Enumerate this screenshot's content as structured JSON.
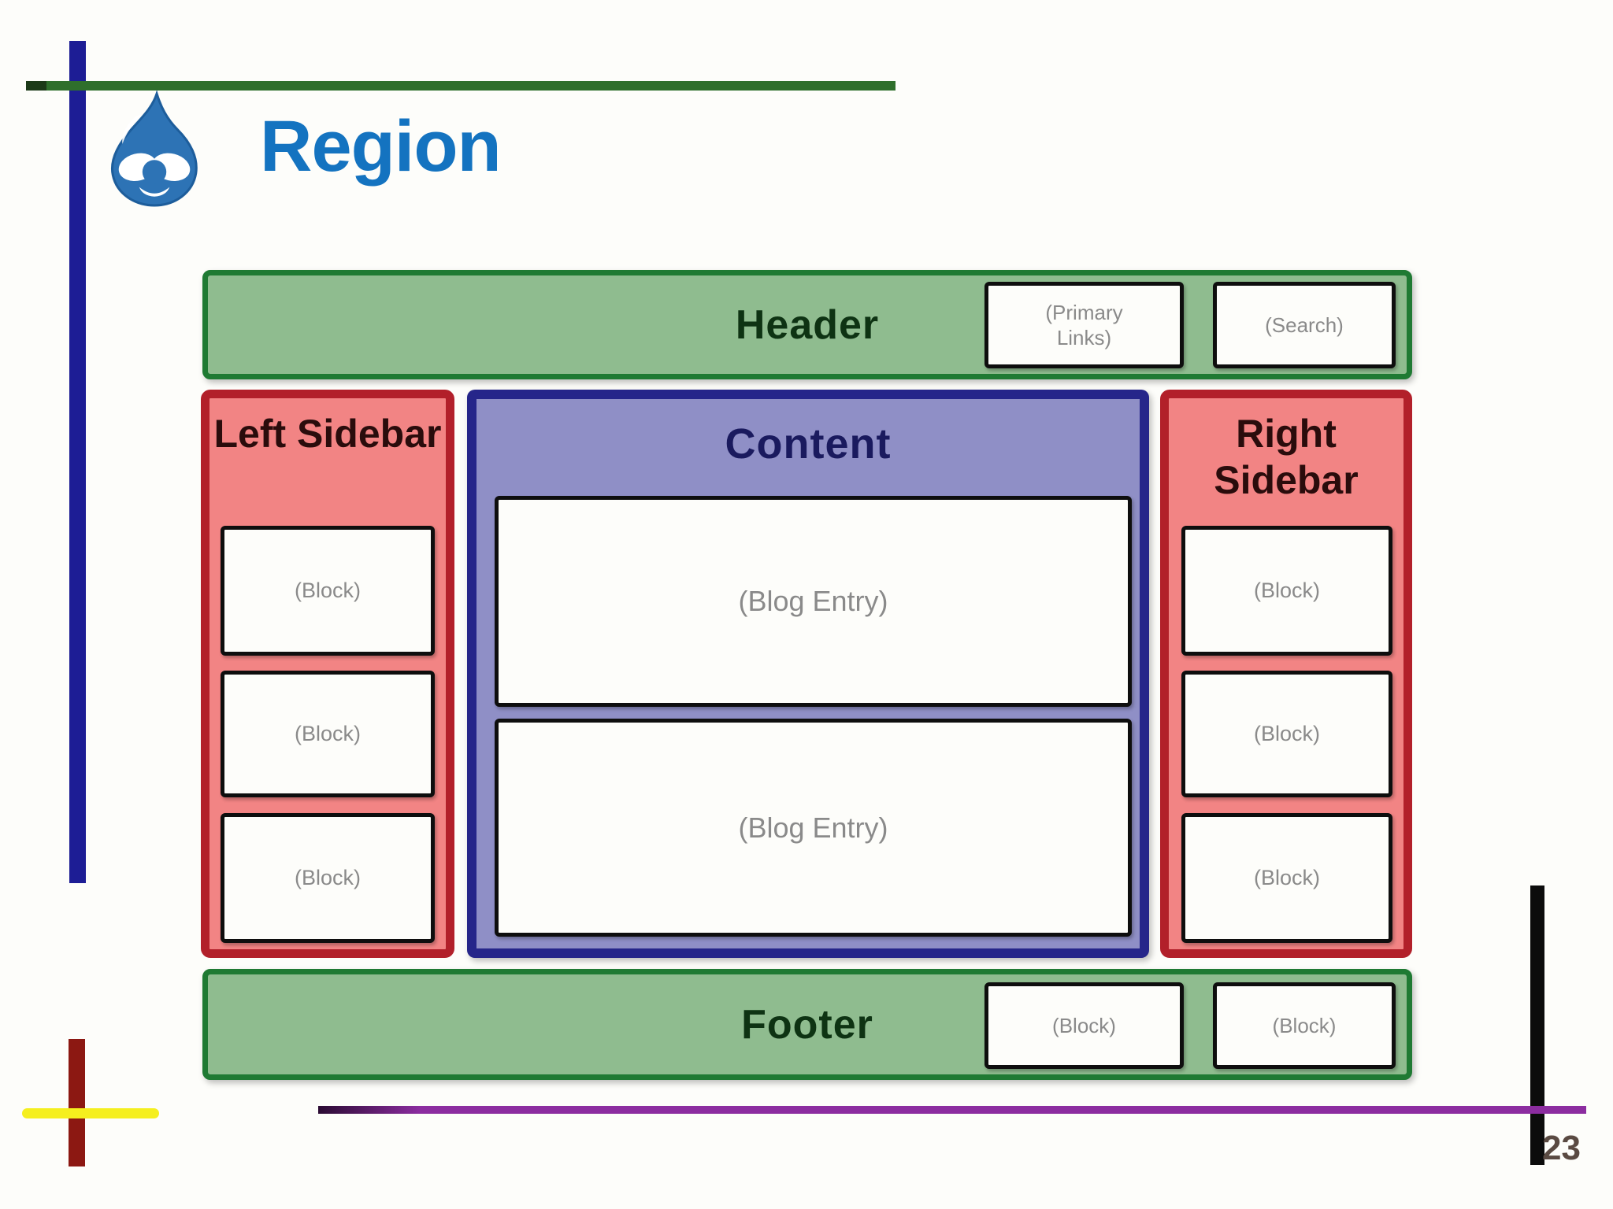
{
  "page": {
    "title": "Region",
    "page_number": "23"
  },
  "regions": {
    "header": {
      "label": "Header",
      "boxes": [
        "(Primary Links)",
        "(Search)"
      ]
    },
    "left_sidebar": {
      "label": "Left Sidebar",
      "blocks": [
        "(Block)",
        "(Block)",
        "(Block)"
      ]
    },
    "content": {
      "label": "Content",
      "entries": [
        "(Blog Entry)",
        "(Blog Entry)"
      ]
    },
    "right_sidebar": {
      "label": "Right Sidebar",
      "blocks": [
        "(Block)",
        "(Block)",
        "(Block)"
      ]
    },
    "footer": {
      "label": "Footer",
      "blocks": [
        "(Block)",
        "(Block)"
      ]
    }
  },
  "colors": {
    "title_blue": "#1473c0",
    "drupal_blue": "#2d73b5",
    "drupal_blue_dark": "#1d5d9b",
    "green_fill": "#8fbc8f",
    "green_border": "#1f7a33",
    "green_text": "#0e3313",
    "red_fill": "#f28484",
    "red_border": "#b2202a",
    "red_text": "#2a0c0c",
    "purple_fill": "#8f8fc6",
    "purple_border": "#26268a",
    "purple_text": "#1a1a5e",
    "box_fill": "#fdfdfa",
    "box_border": "#0e0e0e",
    "muted_text": "#8a8a8a",
    "line_blue": "#1d1d95",
    "line_green": "#2f6f2c",
    "line_purple": "#8c2da0",
    "line_yellow": "#f5ef1e",
    "line_darkred": "#8c1812",
    "line_black": "#0c0c0c",
    "page_number_color": "#5a4a42"
  }
}
